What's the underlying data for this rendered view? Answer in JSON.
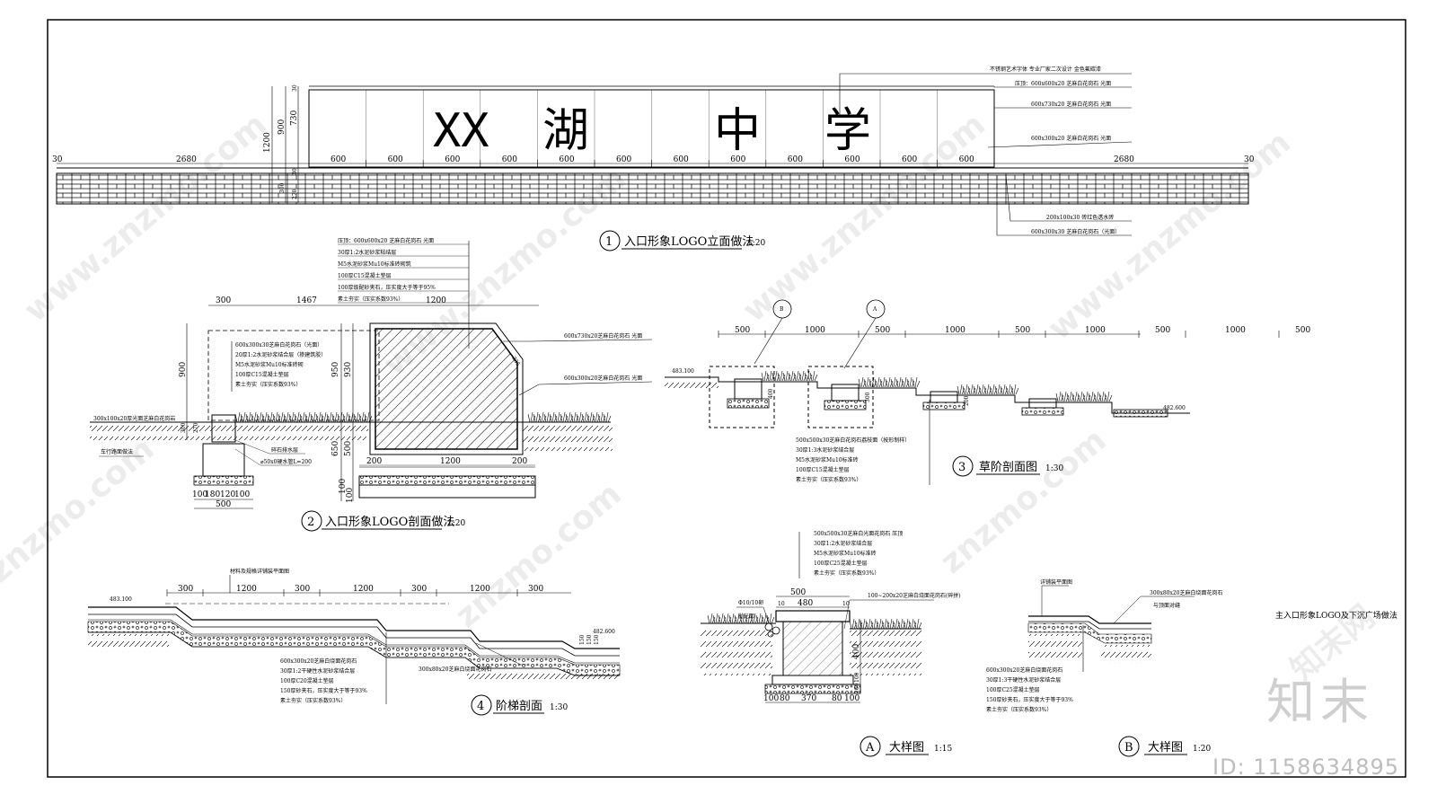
{
  "sign": {
    "chars": [
      "XX",
      "湖",
      "中",
      "学"
    ],
    "notes": [
      "不锈钢艺术字体 专业厂家二次设计 金色氟碳漆",
      "压顶：600x600x20 芝麻白花岗石 光面",
      "600x730x20 芝麻白花岗石 光面",
      "600x300x20 芝麻白花岗石 光面",
      "200x100x30 砖红色透水砖",
      "600x300x30 芝麻白花岗石（光面）"
    ],
    "dims_left": "2680",
    "dims_right": "2680",
    "dims_end": "30",
    "dims_mid": "600",
    "vdims": [
      "1200",
      "900",
      "730",
      "300",
      "270",
      "30",
      "30"
    ]
  },
  "titles": {
    "t1_num": "1",
    "t1": "入口形象LOGO立面做法",
    "t1_scale": "1:20",
    "t2_num": "2",
    "t2": "入口形象LOGO剖面做法",
    "t2_scale": "1:20",
    "t3_num": "3",
    "t3": "草阶剖面图",
    "t3_scale": "1:30",
    "t4_num": "4",
    "t4": "阶梯剖面",
    "t4_scale": "1:30",
    "tA_num": "A",
    "tA": "大样图",
    "tA_scale": "1:15",
    "tB_num": "B",
    "tB": "大样图",
    "tB_scale": "1:20"
  },
  "sec2": {
    "top_notes": [
      "压顶：600x600x20 芝麻白花岗石 光面",
      "30厚1:2水泥砂浆粘结层",
      "M5水泥砂浆Mu10标准砖砌筑",
      "100厚C15混凝土垫层",
      "100厚级配砂夹石，压实度大于等于95%",
      "素土夯实（压实系数93%）"
    ],
    "left_notes": [
      "600x300x30芝麻白花岗石（光面）",
      "20厚1:2水泥砂浆结合层（掺建筑胶）",
      "M5水泥砂浆Mu10标准砖砌",
      "100厚C15混凝土垫层",
      "素土夯实（压实系数93%）"
    ],
    "right_notes": [
      "600x730x20芝麻白花岗石 光面",
      "600x300x20芝麻白花岗石 光面"
    ],
    "misc": [
      "300x100x20厚光面芝麻白花岗岩",
      "车行路面做法",
      "碎石排水层",
      "⌀50x0硬水管L=200",
      "235"
    ],
    "dims_top": [
      "300",
      "1467",
      "1200"
    ],
    "vdims": [
      "900",
      "300",
      "270",
      "950",
      "930",
      "650",
      "500",
      "100",
      "100"
    ],
    "dims_bot": [
      "100",
      "180",
      "120",
      "100",
      "500",
      "200",
      "1200",
      "200"
    ]
  },
  "sec3": {
    "markers": [
      "B",
      "A"
    ],
    "dims": [
      "500",
      "1000",
      "500",
      "1000",
      "500",
      "1000",
      "500",
      "1000",
      "500"
    ],
    "elev_left": "483.100",
    "elev_right": "482.600",
    "vdims": [
      "400",
      "300",
      "200"
    ],
    "notes": [
      "500x500x30芝麻白花岗石荔枝面（按形制样）",
      "30厚1:3水泥砂浆结合层",
      "M5水泥砂浆Mu10标准砖",
      "100厚C15混凝土垫层",
      "素土夯实（压实系数93%）"
    ]
  },
  "sec4": {
    "top_note": "材料及规格详铺装平面图",
    "dims": [
      "300",
      "1200",
      "300",
      "1200",
      "300",
      "1200",
      "300"
    ],
    "elev_left": "483.100",
    "elev_right": "482.600",
    "notes": [
      "600x300x20芝麻白烧面花岗石",
      "30厚1:2干硬性水泥砂浆结合层",
      "100厚C20混凝土垫层",
      "150厚砂夹石，压实度大于等于93%",
      "素土夯实（压实系数93%）"
    ],
    "step_note": "300x80x20芝麻白烧面花岗石",
    "vdims": [
      "150",
      "150",
      "150"
    ]
  },
  "secA": {
    "notes": [
      "500x500x30芝麻白光面花岗石 压顶",
      "30厚1:2水泥砂浆结合层",
      "M5水泥砂浆Mu10标准砖",
      "100厚C25混凝土垫层",
      "素土夯实（压实系数93%）"
    ],
    "side_notes": [
      "Φ10/10卵",
      "抛光面"
    ],
    "right_note": "100~200x20芝麻白烧面花岗石(碎拼)",
    "dims_top": [
      "500",
      "10",
      "480",
      "10"
    ],
    "vdims": [
      "400",
      "100",
      "100"
    ],
    "dims_bot": [
      "100",
      "80",
      "370",
      "80",
      "100"
    ]
  },
  "secB": {
    "top_note": "详铺装平面图",
    "right_note": "300x80x20芝麻白烧面花岗石",
    "right_note2": "与顶面对缝",
    "notes": [
      "600x300x20芝麻白烧面花岗石",
      "30厚1:3干硬性水泥砂浆结合层",
      "100厚C25混凝土垫层",
      "150厚砂夹石，压实度大于等于93%",
      "素土夯实（压实系数93%）"
    ]
  },
  "side_note": "主入口形象LOGO及下沉广场做法",
  "watermarks": [
    "www.znzmo.com",
    "知末网",
    "znzmo.com"
  ],
  "brand": "知末",
  "id_text": "ID: 1158634895"
}
